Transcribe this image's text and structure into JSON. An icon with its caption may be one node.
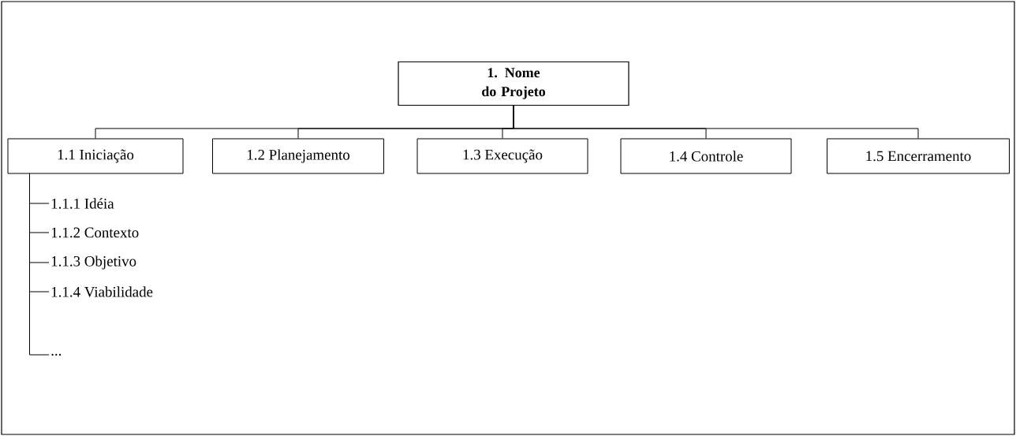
{
  "diagram": {
    "nodes": [
      {
        "text": [
          "1. Nome do Projeto"
        ]
      },
      {
        "text": [
          "1.1 Iniciação"
        ]
      },
      {
        "text": [
          "1.2 Planejamento"
        ]
      },
      {
        "text": [
          "1.3 Execução"
        ]
      },
      {
        "text": [
          "1.4 Controle"
        ]
      },
      {
        "text": [
          "1.5 Encerramento"
        ]
      },
      {
        "text": [
          "1.1.1 Idéia"
        ]
      },
      {
        "text": [
          "1.1.2 Contexto"
        ]
      },
      {
        "text": [
          "1.1.3 Objetivo"
        ]
      },
      {
        "text": [
          "1.1.4 Viabilidade"
        ]
      },
      {
        "text": [
          "..."
        ]
      }
    ],
    "edges": [
      {
        "from": 0,
        "to": 1,
        "arrow": "none"
      },
      {
        "from": 0,
        "to": 2,
        "arrow": "none"
      },
      {
        "from": 0,
        "to": 3,
        "arrow": "none"
      },
      {
        "from": 0,
        "to": 4,
        "arrow": "none"
      },
      {
        "from": 0,
        "to": 5,
        "arrow": "none"
      },
      {
        "from": 1,
        "to": 6,
        "arrow": "none"
      },
      {
        "from": 1,
        "to": 7,
        "arrow": "none"
      },
      {
        "from": 1,
        "to": 8,
        "arrow": "none"
      },
      {
        "from": 1,
        "to": 9,
        "arrow": "none"
      },
      {
        "from": 1,
        "to": 10,
        "arrow": "none"
      }
    ]
  }
}
